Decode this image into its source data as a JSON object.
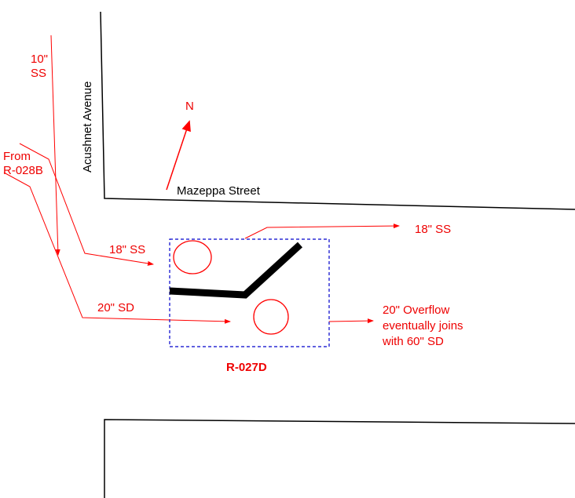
{
  "streets": {
    "acushnet": "Acushnet Avenue",
    "mazeppa": "Mazeppa Street"
  },
  "north_label": "N",
  "pipes": {
    "ss_10_line1": "10\"",
    "ss_10_line2": "SS",
    "from_line1": "From",
    "from_line2": "R-028B",
    "ss_18_in": "18\" SS",
    "sd_20_in": "20\" SD",
    "ss_18_out": "18\" SS",
    "overflow_line1": "20\" Overflow",
    "overflow_line2": "eventually joins",
    "overflow_line3": "with 60\" SD"
  },
  "structure_id": "R-027D",
  "colors": {
    "pipe": "#ff0000",
    "label": "#ee0000",
    "street": "#000000",
    "boundary": "#0000cc",
    "weir": "#000000"
  }
}
